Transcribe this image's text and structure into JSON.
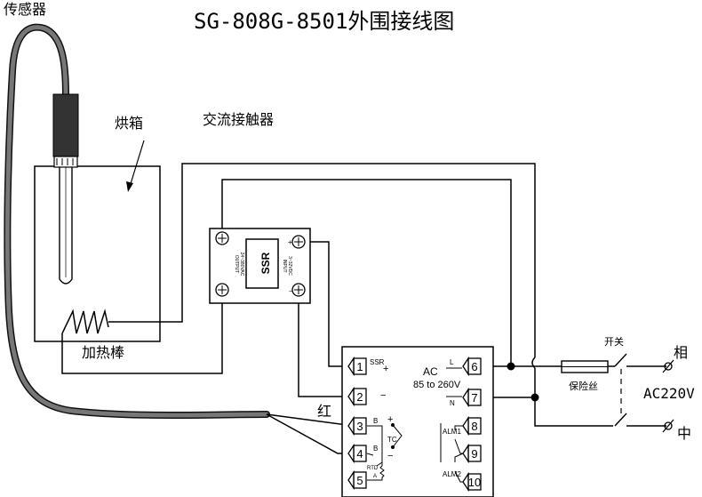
{
  "title": "SG-808G-8501外围接线图",
  "labels": {
    "sensor": "传感器",
    "oven": "烘箱",
    "ac_contactor": "交流接触器",
    "heater": "加热棒",
    "switch": "开关",
    "fuse": "保险丝",
    "phase": "相",
    "neutral": "中",
    "ac220v": "AC220V",
    "red": "红"
  },
  "ssr": {
    "name": "SSR",
    "output": "OUTPUT",
    "output_range": "24~380VAC",
    "input": "INPUT",
    "input_range": "3~32VDC",
    "plus": "+",
    "minus": "−"
  },
  "controller": {
    "ac": "AC",
    "ac_range": "85 to 260V",
    "L": "L",
    "N": "N",
    "ssr": "SSR",
    "plus": "+",
    "minus": "−",
    "B": "B",
    "B2": "B",
    "TC": "TC",
    "tc_plus": "+",
    "tc_minus": "−",
    "RTD": "RTD",
    "A": "A",
    "ALM1": "ALM1",
    "ALM2": "ALM2",
    "terminals": [
      "1",
      "2",
      "3",
      "4",
      "5",
      "6",
      "7",
      "8",
      "9",
      "10"
    ]
  }
}
